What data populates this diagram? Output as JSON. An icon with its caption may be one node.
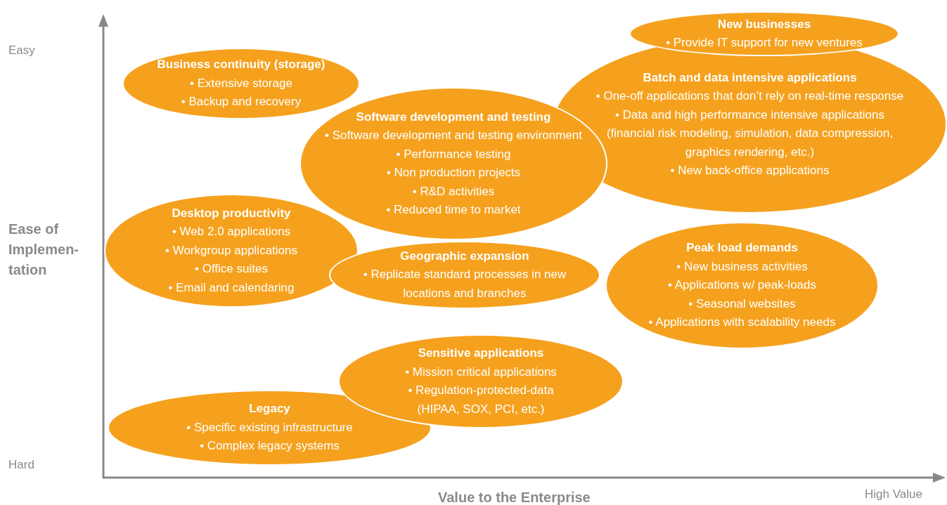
{
  "diagram": {
    "nodes": [
      {
        "text": [
          "New businesses",
          "• Provide IT support for new ventures"
        ]
      },
      {
        "text": [
          "Business continuity (storage)",
          "• Extensive storage",
          "• Backup and recovery"
        ]
      },
      {
        "text": [
          "Batch and data intensive applications",
          "• One-off applications that don’t rely on real-time response",
          "• Data and high performance intensive applications (financial risk modeling, simulation, data compression, graphics rendering, etc.)",
          "• New back-office applications"
        ]
      },
      {
        "text": [
          "Software development and testing",
          "• Software development and testing environment",
          "• Performance testing",
          "• Non production projects",
          "• R&D activities",
          "• Reduced time to market"
        ]
      },
      {
        "text": [
          "Desktop productivity",
          "• Web 2.0 applications",
          "• Workgroup applications",
          "• Office suites",
          "• Email and calendaring"
        ]
      },
      {
        "text": [
          "Geographic expansion",
          "• Replicate standard processes in new locations and branches"
        ]
      },
      {
        "text": [
          "Peak load demands",
          "• New business activities",
          "• Applications w/ peak-loads",
          "• Seasonal websites",
          "• Applications with scalability needs"
        ]
      },
      {
        "text": [
          "Sensitive applications",
          "• Mission critical applications",
          "• Regulation-protected-data (HIPAA, SOX, PCI, etc.)"
        ]
      },
      {
        "text": [
          "Legacy",
          "• Specific existing infrastructure",
          "• Complex legacy systems"
        ]
      }
    ],
    "labels": [
      "Easy",
      "Ease of Implemen- tation",
      "Hard",
      "Value to the Enterprise",
      "High Value"
    ]
  }
}
